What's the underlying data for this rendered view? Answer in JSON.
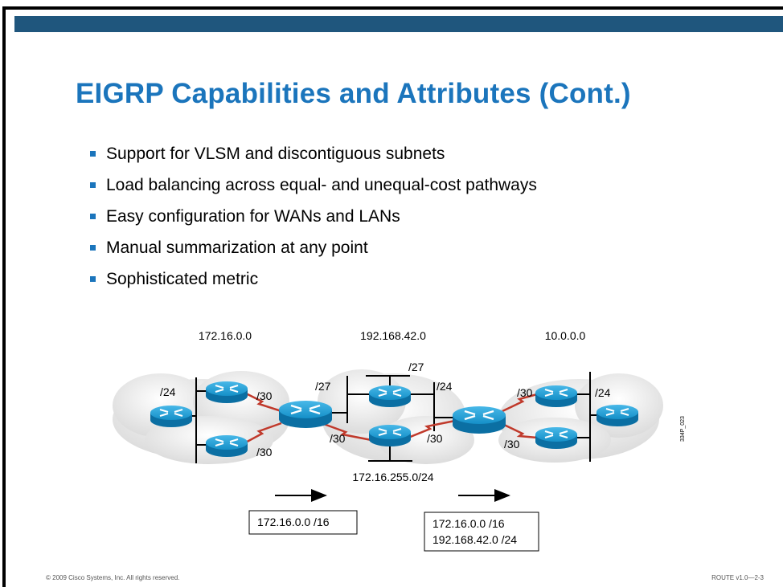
{
  "slide": {
    "title": "EIGRP Capabilities and Attributes (Cont.)",
    "bullets": [
      "Support for VLSM and discontiguous subnets",
      "Load balancing across equal- and unequal-cost pathways",
      "Easy configuration for WANs and LANs",
      "Manual summarization at any point",
      "Sophisticated metric"
    ],
    "footer_left": "© 2009 Cisco Systems, Inc. All rights reserved.",
    "footer_right": "ROUTE v1.0—2-3",
    "colors": {
      "title": "#1b75bc",
      "bar": "#1f567d",
      "wan_link": "#c0392b",
      "router": "#1aa0d8"
    }
  },
  "diagram": {
    "networks": [
      "172.16.0.0",
      "192.168.42.0",
      "10.0.0.0"
    ],
    "mask_labels": {
      "left_lan": "/24",
      "left_upper_wan": "/30",
      "left_lower_wan": "/30",
      "center_left_lan": "/27",
      "center_top": "/27",
      "center_right_lan": "/24",
      "center_lower_left": "/30",
      "center_lower_right": "/30",
      "right_upper_wan": "/30",
      "right_lower_wan": "/30",
      "right_lan": "/24"
    },
    "middle_subnet": "172.16.255.0/24",
    "side_code": "334P_023",
    "summary_box_1": [
      "172.16.0.0 /16"
    ],
    "summary_box_2": [
      "172.16.0.0 /16",
      "192.168.42.0 /24"
    ]
  }
}
